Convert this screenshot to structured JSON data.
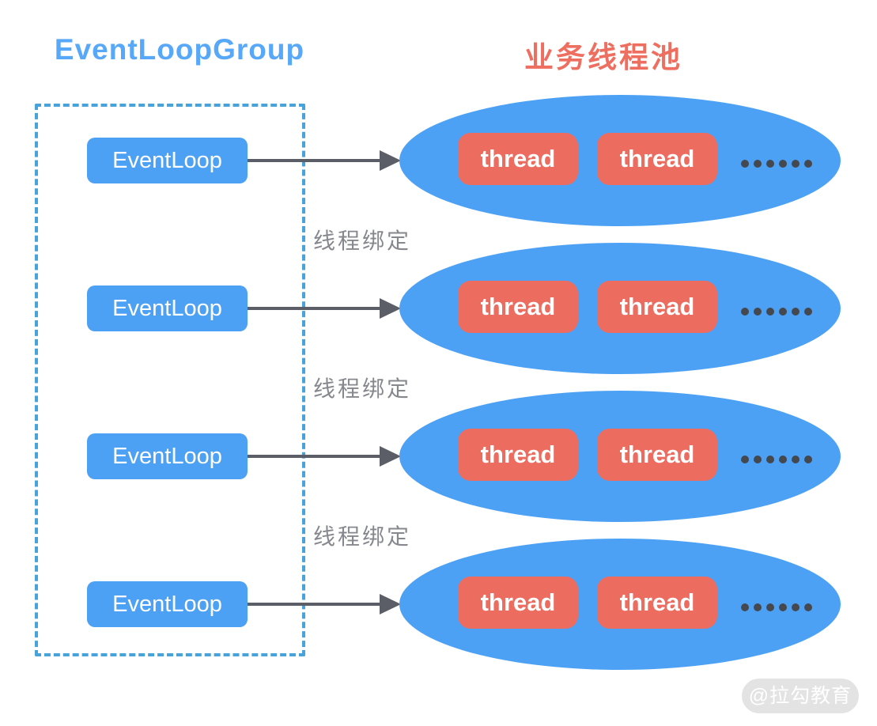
{
  "titles": {
    "left": "EventLoopGroup",
    "right": "业务线程池"
  },
  "group": {
    "rows": [
      {
        "eventloop": "EventLoop",
        "threads": [
          "thread",
          "thread"
        ],
        "ellipsis": "……"
      },
      {
        "eventloop": "EventLoop",
        "threads": [
          "thread",
          "thread"
        ],
        "ellipsis": "……"
      },
      {
        "eventloop": "EventLoop",
        "threads": [
          "thread",
          "thread"
        ],
        "ellipsis": "……"
      },
      {
        "eventloop": "EventLoop",
        "threads": [
          "thread",
          "thread"
        ],
        "ellipsis": "……"
      }
    ]
  },
  "binding_labels": [
    "线程绑定",
    "线程绑定",
    "线程绑定"
  ],
  "watermark": {
    "text": "@拉勾教育"
  },
  "colors": {
    "shape_blue": "#4ca1f5",
    "thread_salmon": "#ec6c5f",
    "title_blue": "#57a8f8",
    "title_red": "#ee6e60",
    "dashed_border": "#48a3db",
    "arrow_gray": "#5b5e66",
    "binding_label_gray": "#86888d",
    "dot_gray": "#45484e",
    "watermark_bg": "#e3e3e3",
    "watermark_text": "#ffffff"
  }
}
